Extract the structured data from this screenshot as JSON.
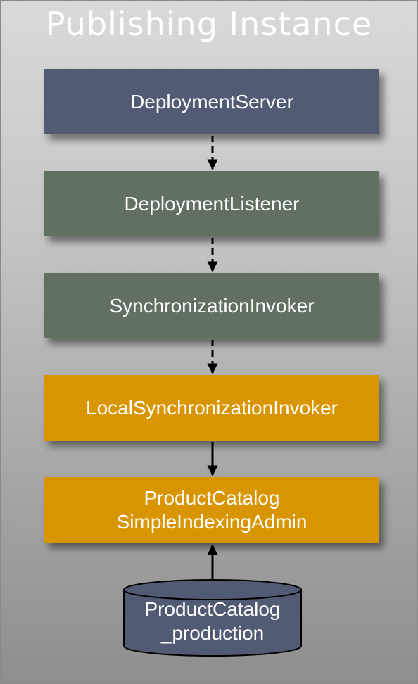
{
  "title": "Publishing Instance",
  "colors": {
    "server_box": "#525b74",
    "listener_box": "#627061",
    "local_box": "#d99500",
    "database": "#525b74"
  },
  "boxes": {
    "deployment_server": "DeploymentServer",
    "deployment_listener": "DeploymentListener",
    "synchronization_invoker": "SynchronizationInvoker",
    "local_synchronization_invoker": "LocalSynchronizationInvoker",
    "indexing_admin": "ProductCatalog\nSimpleIndexingAdmin"
  },
  "database": {
    "label": "ProductCatalog\n_production"
  },
  "arrows": [
    {
      "from": "deployment_server",
      "to": "deployment_listener",
      "style": "dashed"
    },
    {
      "from": "deployment_listener",
      "to": "synchronization_invoker",
      "style": "dashed"
    },
    {
      "from": "synchronization_invoker",
      "to": "local_synchronization_invoker",
      "style": "dashed"
    },
    {
      "from": "local_synchronization_invoker",
      "to": "indexing_admin",
      "style": "solid"
    },
    {
      "from": "database",
      "to": "indexing_admin",
      "style": "solid"
    }
  ]
}
